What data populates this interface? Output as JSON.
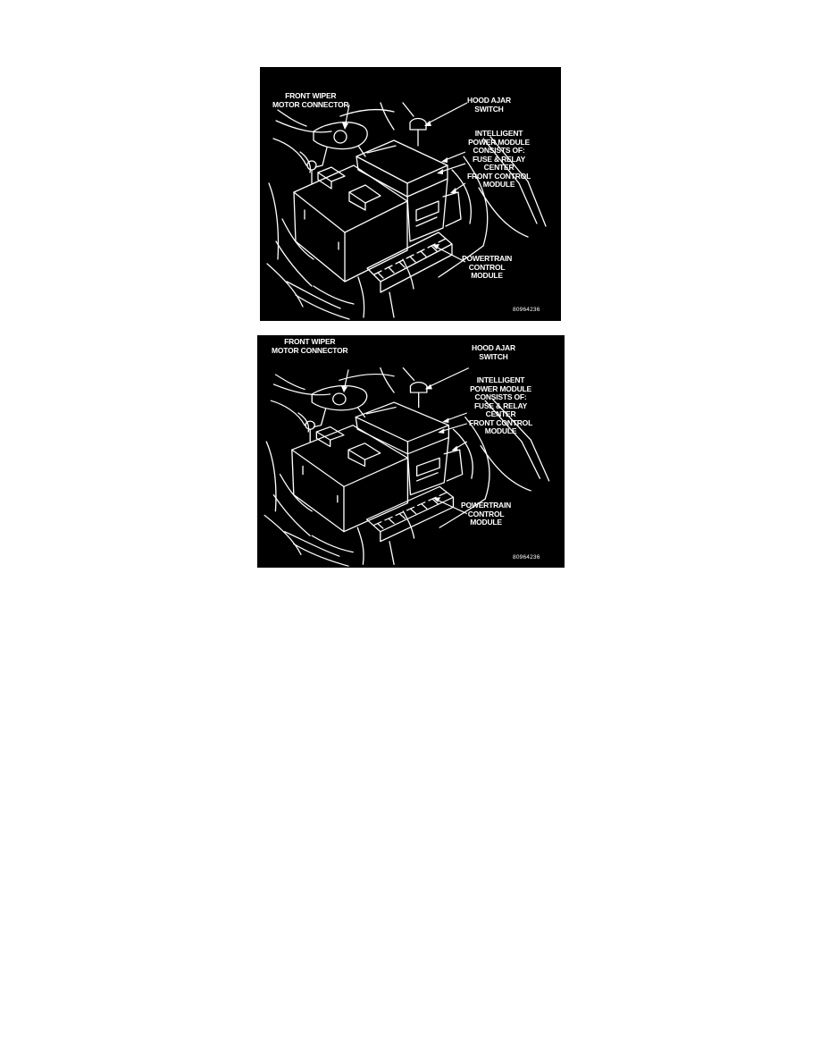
{
  "figures": [
    {
      "labels": {
        "front_wiper": [
          "FRONT WIPER",
          "MOTOR CONNECTOR"
        ],
        "hood_ajar": [
          "HOOD AJAR",
          "SWITCH"
        ],
        "ipm": [
          "INTELLIGENT",
          "POWER MODULE",
          "CONSISTS OF:",
          "FUSE & RELAY",
          "CENTER",
          "FRONT CONTROL",
          "MODULE"
        ],
        "pcm": [
          "POWERTRAIN",
          "CONTROL",
          "MODULE"
        ]
      },
      "figure_id": "80964236"
    },
    {
      "labels": {
        "front_wiper": [
          "FRONT WIPER",
          "MOTOR CONNECTOR"
        ],
        "hood_ajar": [
          "HOOD AJAR",
          "SWITCH"
        ],
        "ipm": [
          "INTELLIGENT",
          "POWER MODULE",
          "CONSISTS OF:",
          "FUSE & RELAY",
          "CENTER",
          "FRONT CONTROL",
          "MODULE"
        ],
        "pcm": [
          "POWERTRAIN",
          "CONTROL",
          "MODULE"
        ]
      },
      "figure_id": "80964236"
    }
  ],
  "colors": {
    "background": "#ffffff",
    "figure_bg": "#000000",
    "line_art": "#ffffff"
  }
}
